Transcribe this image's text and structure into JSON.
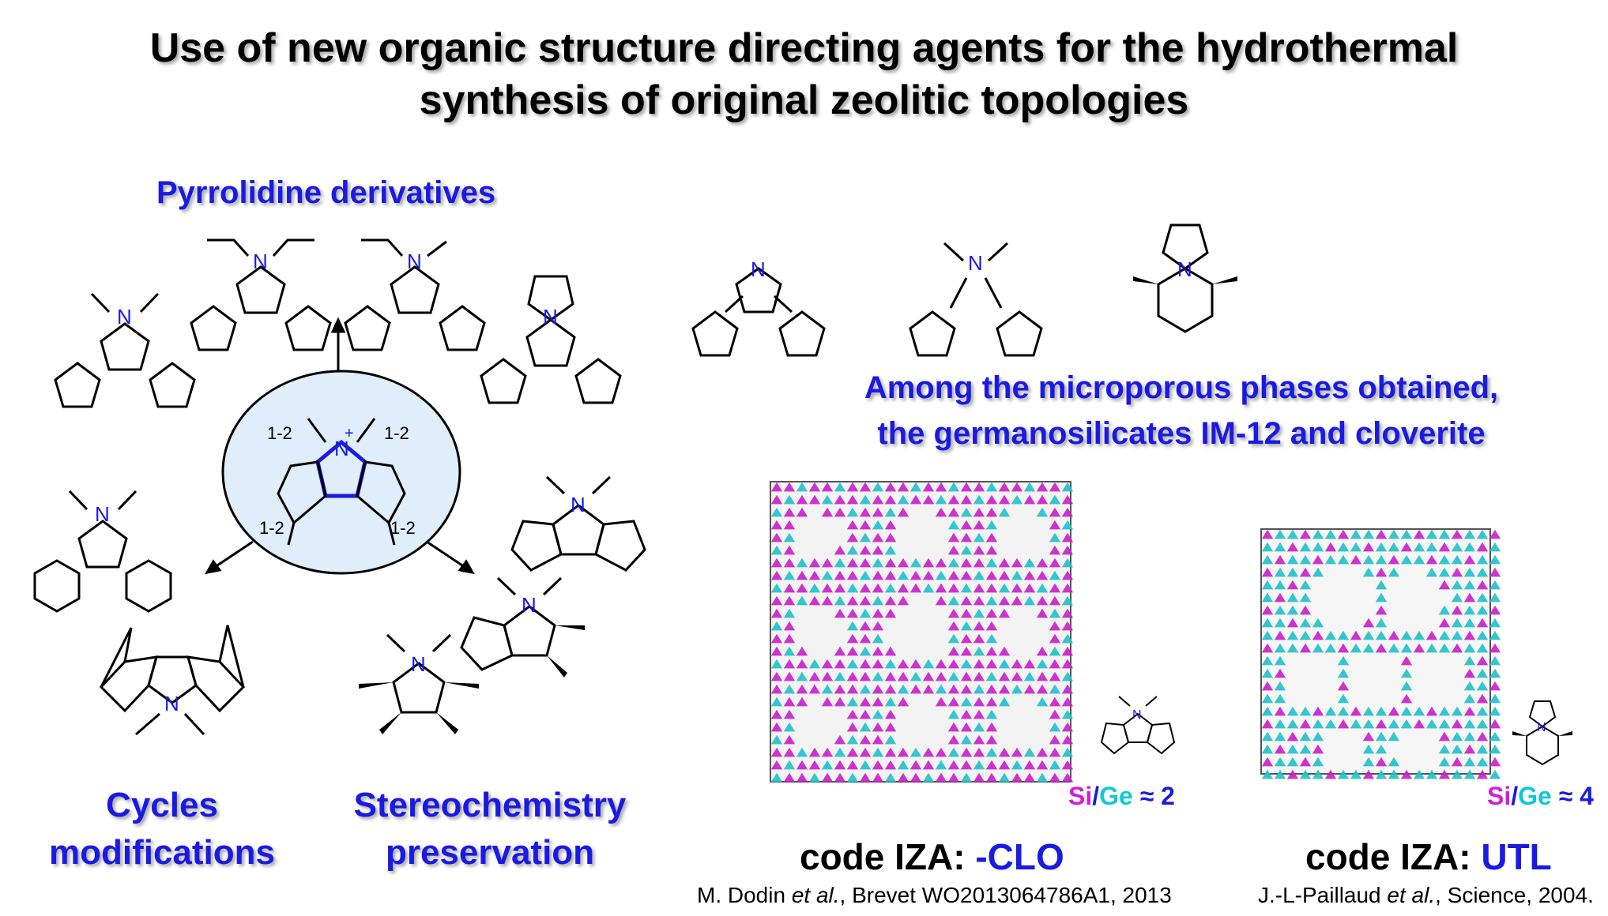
{
  "title": {
    "line1": "Use of new organic structure directing agents for the hydrothermal",
    "line2": "synthesis of original zeolitic topologies"
  },
  "left": {
    "heading": "Pyrrolidine derivatives",
    "core_labels": {
      "top_left": "1-2",
      "top_right": "1-2",
      "bottom_left": "1-2",
      "bottom_right": "1-2"
    },
    "cycles_label_1": "Cycles",
    "cycles_label_2": "modifications",
    "stereo_label_1": "Stereochemistry",
    "stereo_label_2": "preservation"
  },
  "right": {
    "phases_line1": "Among the microporous phases obtained,",
    "phases_line2": "the germanosilicates IM-12 and cloverite",
    "clo": {
      "ratio_si": "Si",
      "ratio_slash": "/",
      "ratio_ge": "Ge",
      "ratio_value": " ≈ 2",
      "code_prefix": "code IZA: ",
      "code_value": "-CLO",
      "ref_author": "M. Dodin ",
      "ref_etal": "et al.",
      "ref_rest": ", Brevet WO2013064786A1, 2013"
    },
    "utl": {
      "ratio_si": "Si",
      "ratio_slash": "/",
      "ratio_ge": "Ge",
      "ratio_value": " ≈ 4",
      "code_prefix": "code IZA: ",
      "code_value": "UTL",
      "ref_author": "J.-L-Paillaud ",
      "ref_etal": "et al.",
      "ref_rest": ", Science, 2004."
    }
  },
  "molecule_text": {
    "n_label": "N",
    "plus": "+"
  },
  "colors": {
    "heading_blue": "#1a1ae0",
    "core_ellipse_fill": "#dfeefa",
    "si_magenta": "#d020d0",
    "ge_cyan": "#10c8d8",
    "framework_magenta": "#c81ec8",
    "framework_cyan": "#20c0c8"
  }
}
